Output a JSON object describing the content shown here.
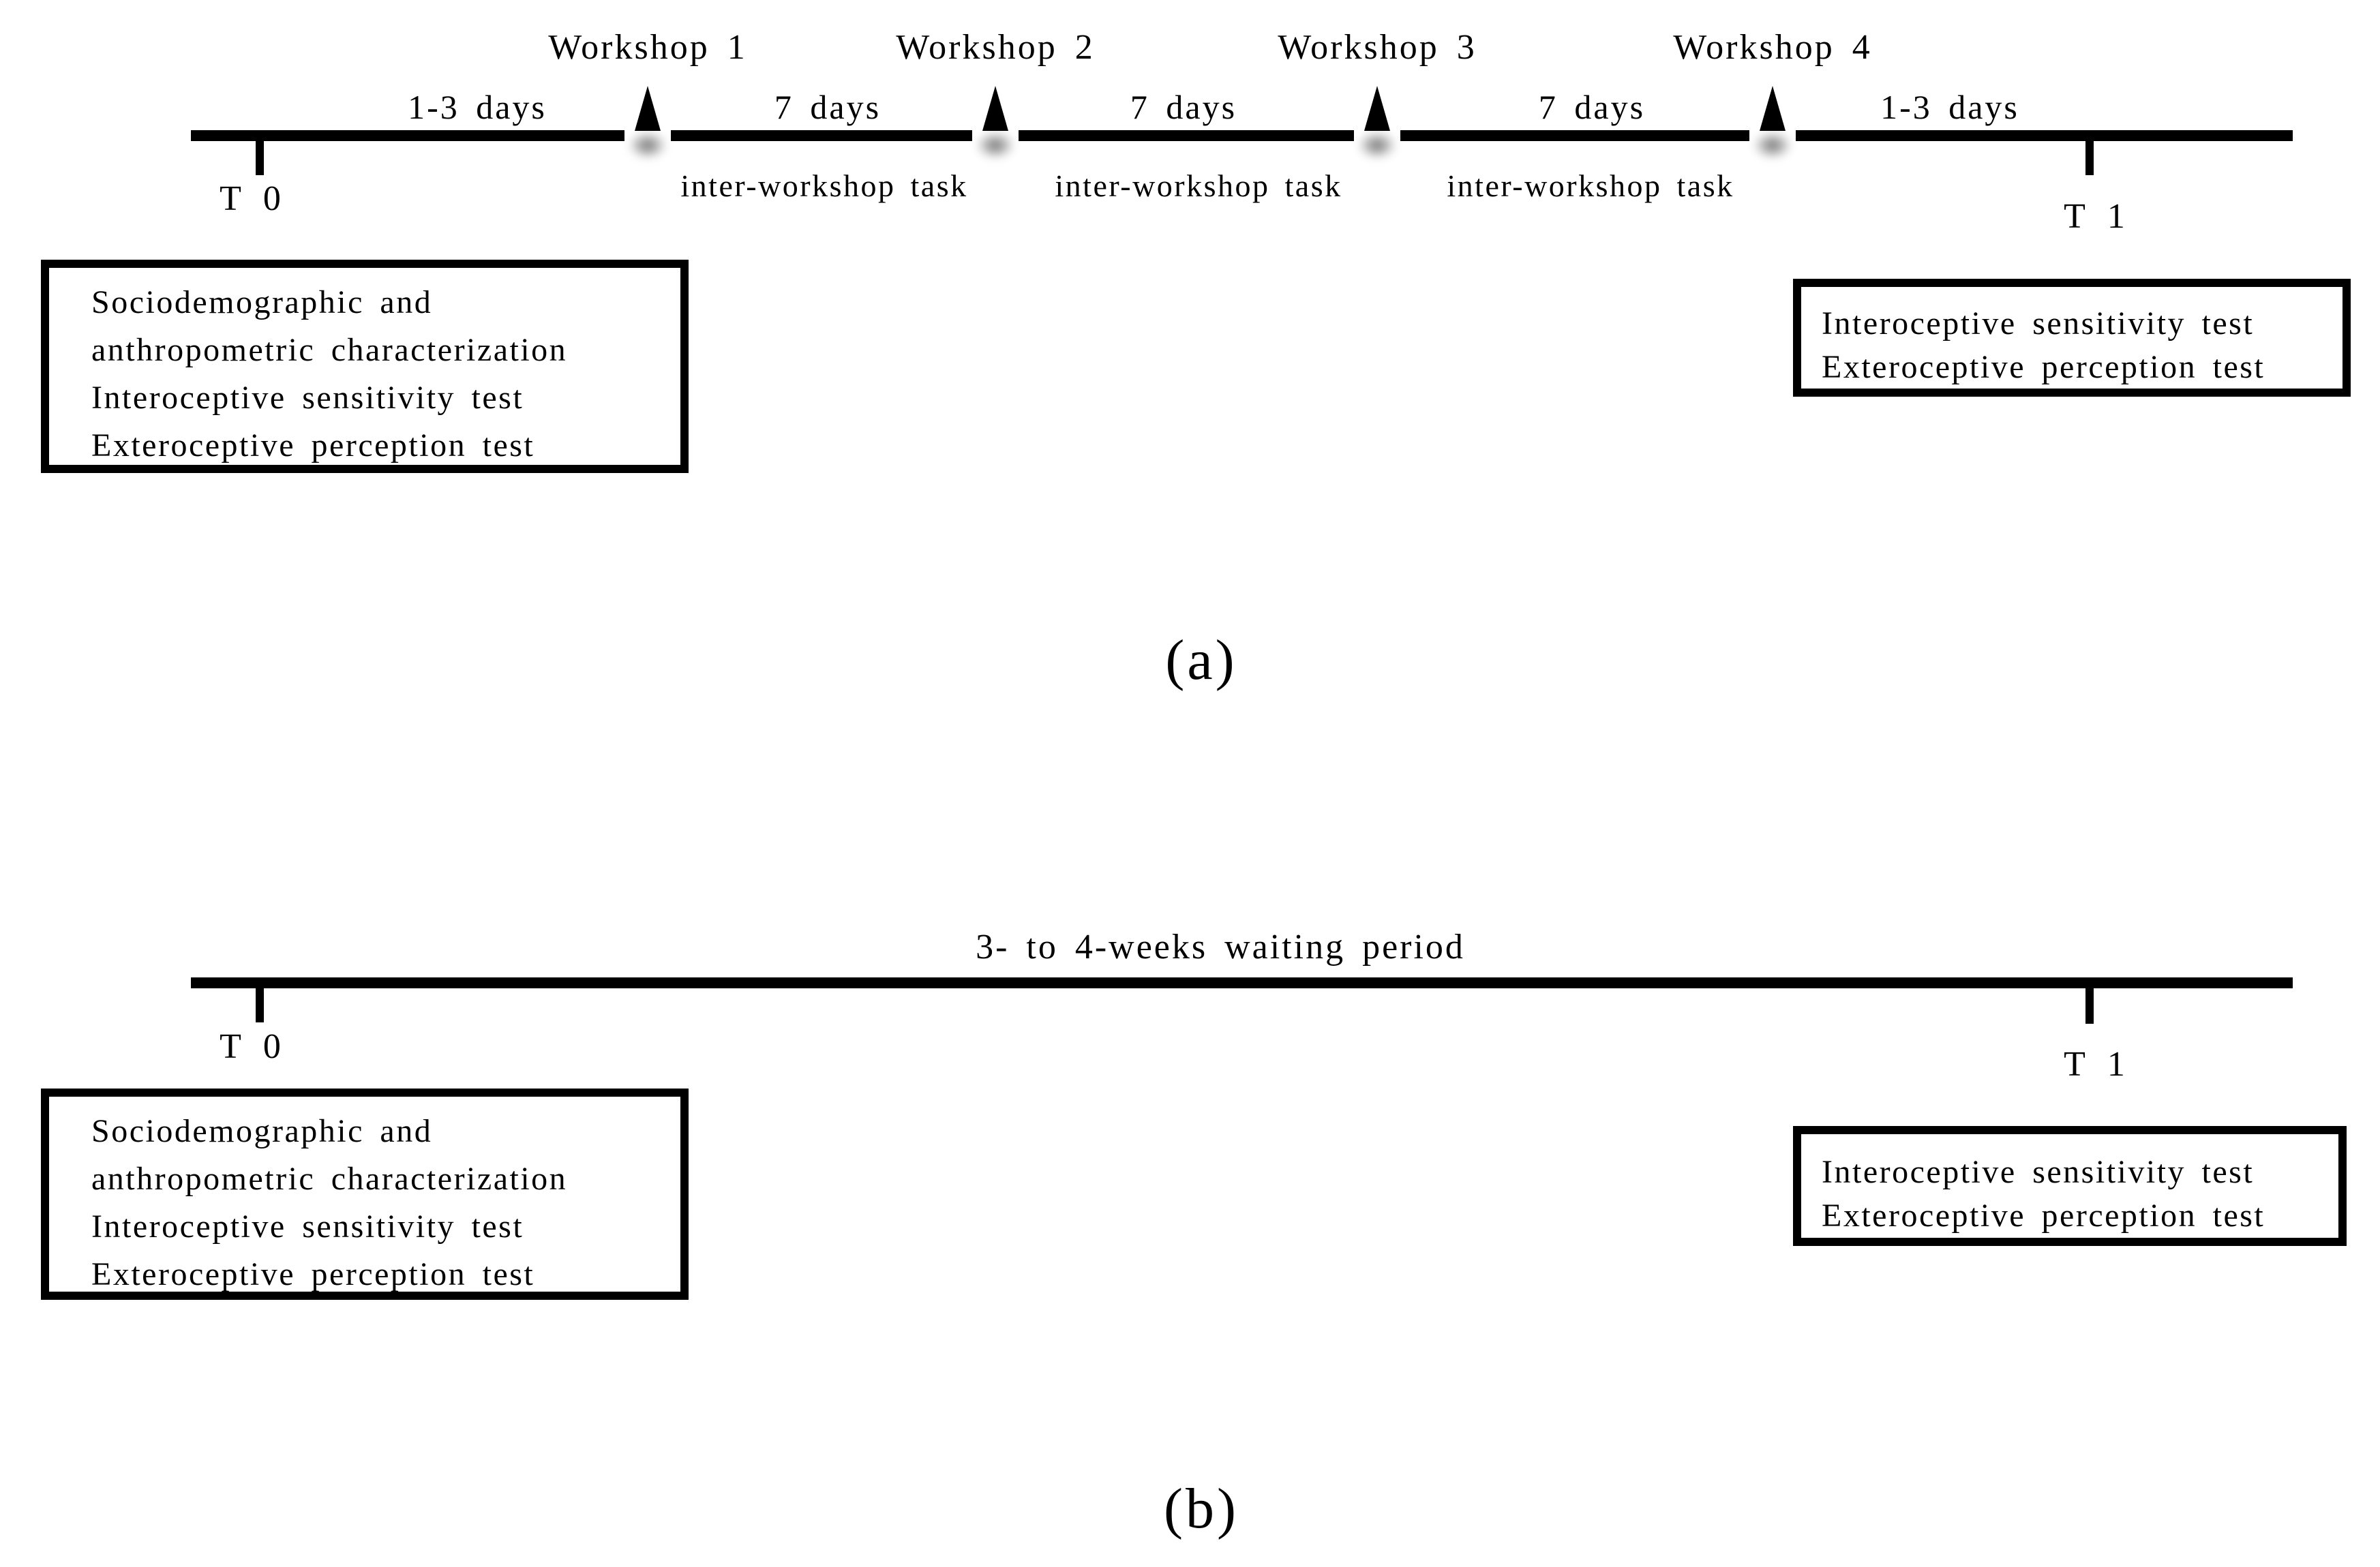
{
  "colors": {
    "ink": "#000000",
    "background": "#ffffff"
  },
  "panel_a": {
    "caption": "(a)",
    "t0_label": "T 0",
    "t1_label": "T 1",
    "workshops": [
      {
        "label": "Workshop 1"
      },
      {
        "label": "Workshop 2"
      },
      {
        "label": "Workshop 3"
      },
      {
        "label": "Workshop 4"
      }
    ],
    "intervals": [
      "1-3 days",
      "7 days",
      "7 days",
      "7 days",
      "1-3 days"
    ],
    "tasks": [
      "inter-workshop task",
      "inter-workshop task",
      "inter-workshop task"
    ],
    "left_box": {
      "lines": [
        "Sociodemographic and",
        "anthropometric characterization",
        "Interoceptive sensitivity test",
        "Exteroceptive perception test"
      ]
    },
    "right_box": {
      "lines": [
        "Interoceptive sensitivity test",
        "Exteroceptive perception test"
      ]
    }
  },
  "panel_b": {
    "caption": "(b)",
    "waiting_label": "3- to 4-weeks waiting period",
    "t0_label": "T 0",
    "t1_label": "T 1",
    "left_box": {
      "lines": [
        "Sociodemographic and",
        "anthropometric characterization",
        "Interoceptive sensitivity test",
        "Exteroceptive perception test"
      ]
    },
    "right_box": {
      "lines": [
        "Interoceptive sensitivity test",
        "Exteroceptive perception test"
      ]
    }
  }
}
